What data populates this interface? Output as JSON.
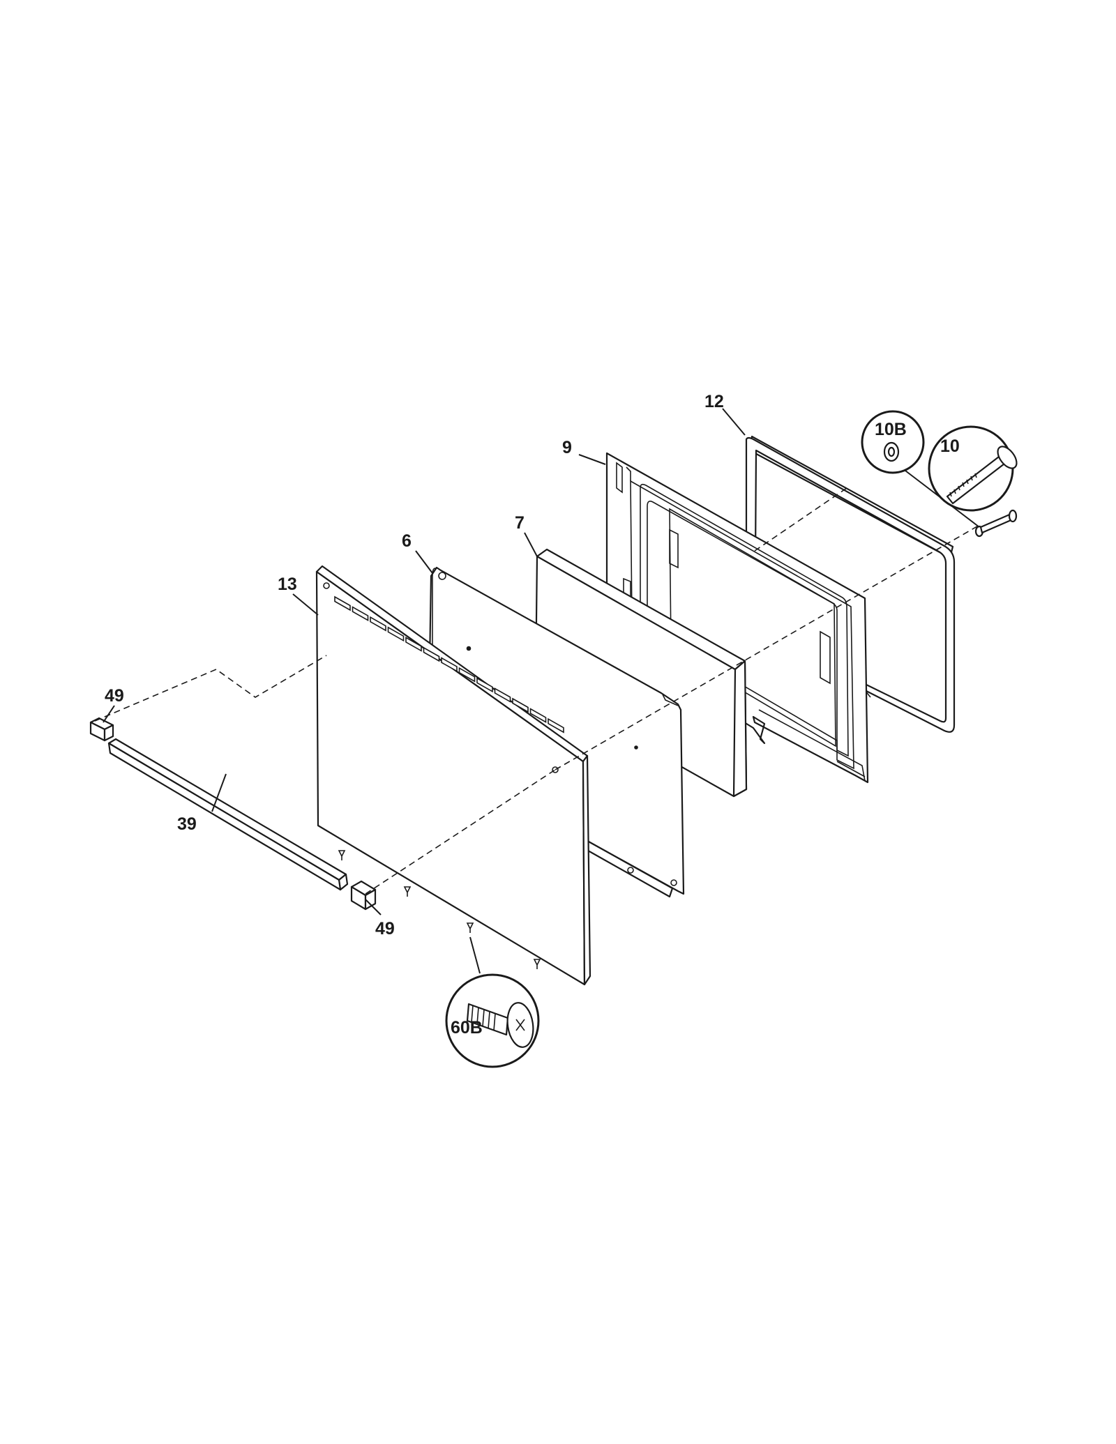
{
  "callouts": [
    {
      "id": "12",
      "label": "12"
    },
    {
      "id": "9",
      "label": "9"
    },
    {
      "id": "10B",
      "label": "10B"
    },
    {
      "id": "10",
      "label": "10"
    },
    {
      "id": "6",
      "label": "6"
    },
    {
      "id": "7",
      "label": "7"
    },
    {
      "id": "13",
      "label": "13"
    },
    {
      "id": "49a",
      "label": "49"
    },
    {
      "id": "39",
      "label": "39"
    },
    {
      "id": "49b",
      "label": "49"
    },
    {
      "id": "60B",
      "label": "60B"
    }
  ],
  "colors": {
    "line": "#1a1a1a",
    "background": "#ffffff"
  }
}
